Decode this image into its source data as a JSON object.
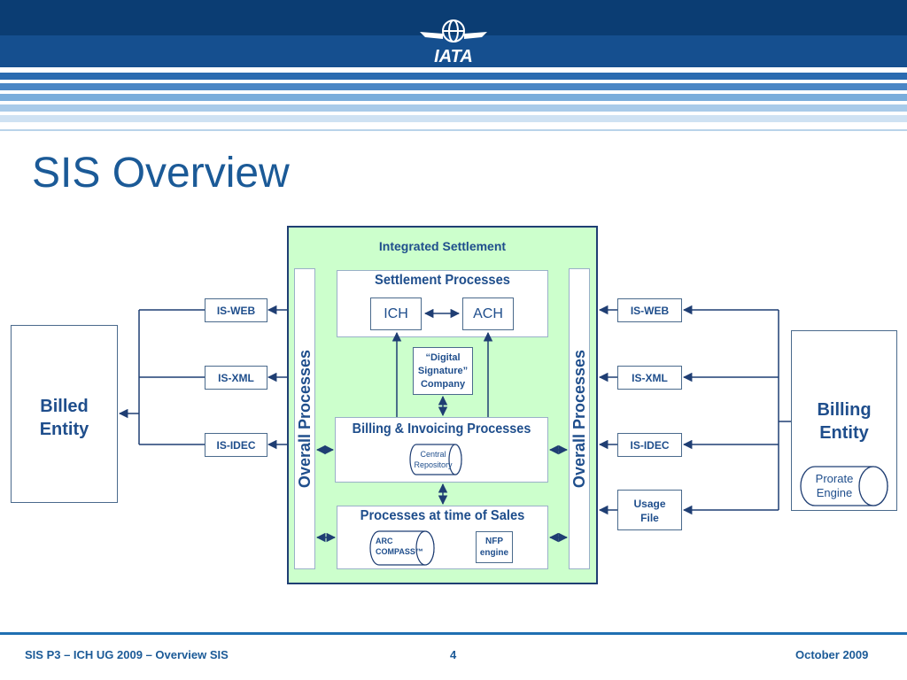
{
  "header": {
    "logo_text": "IATA",
    "colors": {
      "dark": "#0b3d73",
      "mid": "#1b5fa3",
      "light": "#6ea2d6",
      "pale": "#cfe2f3"
    }
  },
  "slide": {
    "title": "SIS Overview"
  },
  "diagram": {
    "integrated_settlement": "Integrated Settlement",
    "overall_processes_left": "Overall Processes",
    "overall_processes_right": "Overall Processes",
    "settlement_processes": "Settlement Processes",
    "ich": "ICH",
    "ach": "ACH",
    "digital_signature": [
      "“Digital",
      "Signature”",
      "Company"
    ],
    "billing_invoicing": "Billing & Invoicing Processes",
    "central_repository": [
      "Central",
      "Repository"
    ],
    "processes_sales": "Processes at time of Sales",
    "arc_compass": [
      "ARC",
      "COMPASS™"
    ],
    "nfp_engine": [
      "NFP",
      "engine"
    ],
    "billed_entity": [
      "Billed",
      "Entity"
    ],
    "billing_entity": [
      "Billing",
      "Entity"
    ],
    "prorate_engine": [
      "Prorate",
      "Engine"
    ],
    "left_interfaces": [
      "IS-WEB",
      "IS-XML",
      "IS-IDEC"
    ],
    "right_interfaces": [
      "IS-WEB",
      "IS-XML",
      "IS-IDEC"
    ],
    "usage_file": [
      "Usage",
      "File"
    ],
    "colors": {
      "green_fill": "#ccffcc",
      "frame": "#1f3e73",
      "text": "#1f4e8c"
    }
  },
  "footer": {
    "left": "SIS P3 – ICH UG 2009 – Overview SIS",
    "page_number": "4",
    "right": "October 2009"
  }
}
